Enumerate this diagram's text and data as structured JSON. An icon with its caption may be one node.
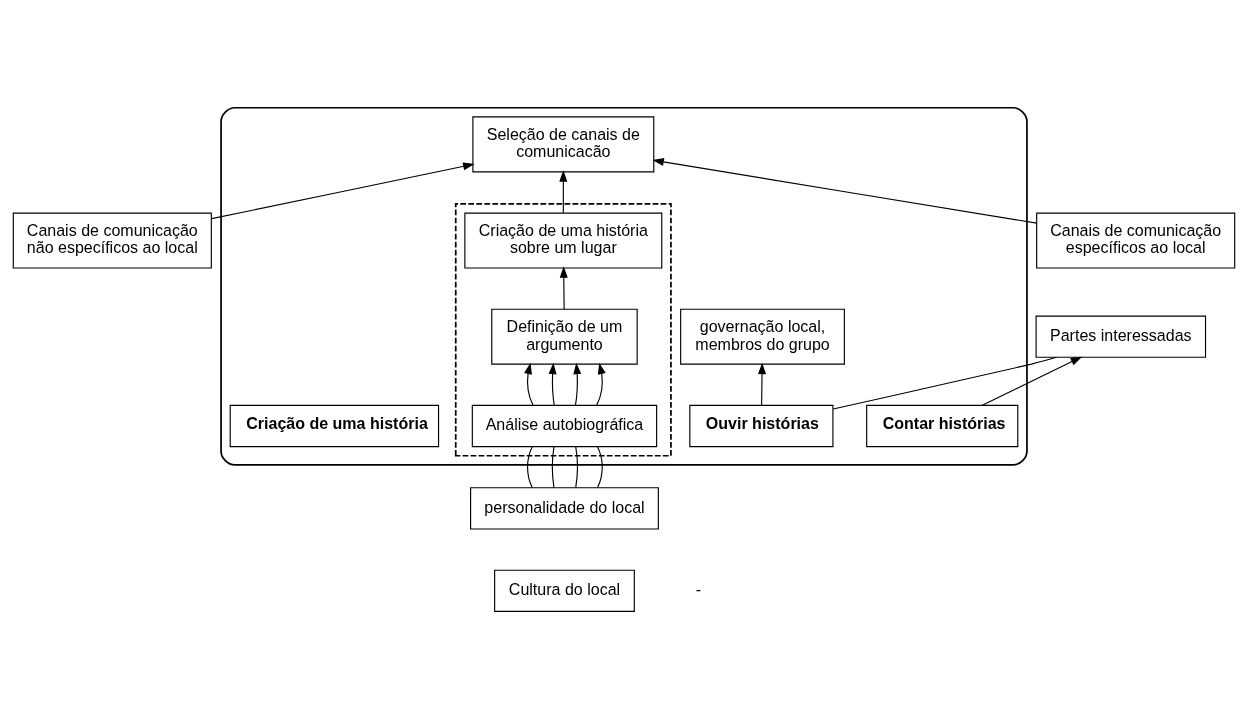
{
  "diagram": {
    "nodes": [
      {
        "text": [
          "Canais de comunicação não específicos ao local"
        ]
      },
      {
        "text": [],
        "shape": "box"
      },
      {
        "text": [
          "governação local, membros do grupo"
        ],
        "in": 1
      },
      {
        "text": [
          "Ouvir histórias"
        ],
        "in": 1
      },
      {
        "text": [
          "Seleção de canais de comunicacão"
        ],
        "in": 1
      },
      {
        "text": [
          "Contar histórias"
        ],
        "in": 1
      },
      {
        "text": [
          "Canais de comunicação específicos ao local"
        ]
      },
      {
        "text": [],
        "shape": "box",
        "in": 1
      },
      {
        "text": [
          "Criação de uma história sobre um lugar"
        ],
        "in": 7
      },
      {
        "text": [
          "Criação de uma história"
        ],
        "in": 1
      },
      {
        "text": [
          "Definição de um argumento"
        ],
        "in": 7
      },
      {
        "text": [
          "Análise autobiográfica"
        ],
        "in": 7
      },
      {
        "text": [
          "Partes interessadas"
        ]
      },
      {
        "text": [
          "personalidade do local"
        ]
      },
      {
        "text": [
          "Cultura do local"
        ]
      }
    ],
    "edges": [
      {
        "from": 3,
        "to": 2,
        "arrow": "to"
      },
      {
        "from": 0,
        "to": 4,
        "arrow": "to"
      },
      {
        "from": 6,
        "to": 4,
        "arrow": "to"
      },
      {
        "from": 8,
        "to": 4,
        "arrow": "to"
      },
      {
        "from": 10,
        "to": 8,
        "arrow": "to"
      },
      {
        "from": 11,
        "to": 10,
        "arrow": "to"
      },
      {
        "from": 11,
        "to": 10,
        "arrow": "to"
      },
      {
        "from": 11,
        "to": 10,
        "arrow": "to"
      },
      {
        "from": 11,
        "to": 10,
        "arrow": "to"
      },
      {
        "from": 13,
        "to": 11,
        "arrow": "none"
      },
      {
        "from": 13,
        "to": 11,
        "arrow": "none"
      },
      {
        "from": 13,
        "to": 11,
        "arrow": "none"
      },
      {
        "from": 13,
        "to": 11,
        "arrow": "none"
      },
      {
        "from": 5,
        "to": 12,
        "arrow": "to"
      },
      {
        "from": 12,
        "to": 3,
        "arrow": "none"
      }
    ],
    "labels": [
      "-"
    ]
  }
}
